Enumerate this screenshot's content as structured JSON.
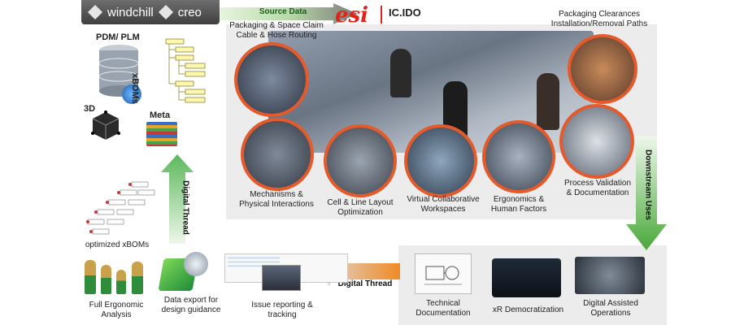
{
  "vendor": {
    "windchill": "windchill",
    "creo": "creo"
  },
  "source": {
    "label": "Source Data"
  },
  "brand": {
    "esi": "esi",
    "product": "IC.IDO"
  },
  "left": {
    "pdm": "PDM/ PLM",
    "xboms": "xBOMs",
    "three_d": "3D",
    "meta": "Meta",
    "optimized": "optimized xBOMs",
    "digital_thread_vertical": "Digital Thread"
  },
  "captions": {
    "packaging_space": [
      "Packaging & Space Claim",
      "Cable & Hose Routing"
    ],
    "packaging_clear": [
      "Packaging Clearances",
      "Installation/Removal Paths"
    ],
    "mechanisms": [
      "Mechanisms &",
      "Physical Interactions"
    ],
    "cell_line": [
      "Cell & Line Layout",
      "Optimization"
    ],
    "virtual_collab": [
      "Virtual Collaborative",
      "Workspaces"
    ],
    "ergonomics": [
      "Ergonomics &",
      "Human Factors"
    ],
    "process_validation": [
      "Process Validation",
      "& Documentation"
    ],
    "downstream": "Downstream Uses",
    "tech_doc": [
      "Technical",
      "Documentation"
    ],
    "xr": "xR Democratization",
    "digital_assisted": [
      "Digital Assisted",
      "Operations"
    ],
    "digital_thread_h": "Digital Thread",
    "issue": [
      "Issue reporting &",
      "tracking"
    ],
    "data_export": [
      "Data export for",
      "design guidance"
    ],
    "full_ergo": [
      "Full Ergonomic",
      "Analysis"
    ]
  },
  "colors": {
    "accent": "#e45a2b",
    "arrow_green": "#5cb85c",
    "arrow_orange": "#f08a24",
    "panel": "#ececec"
  }
}
